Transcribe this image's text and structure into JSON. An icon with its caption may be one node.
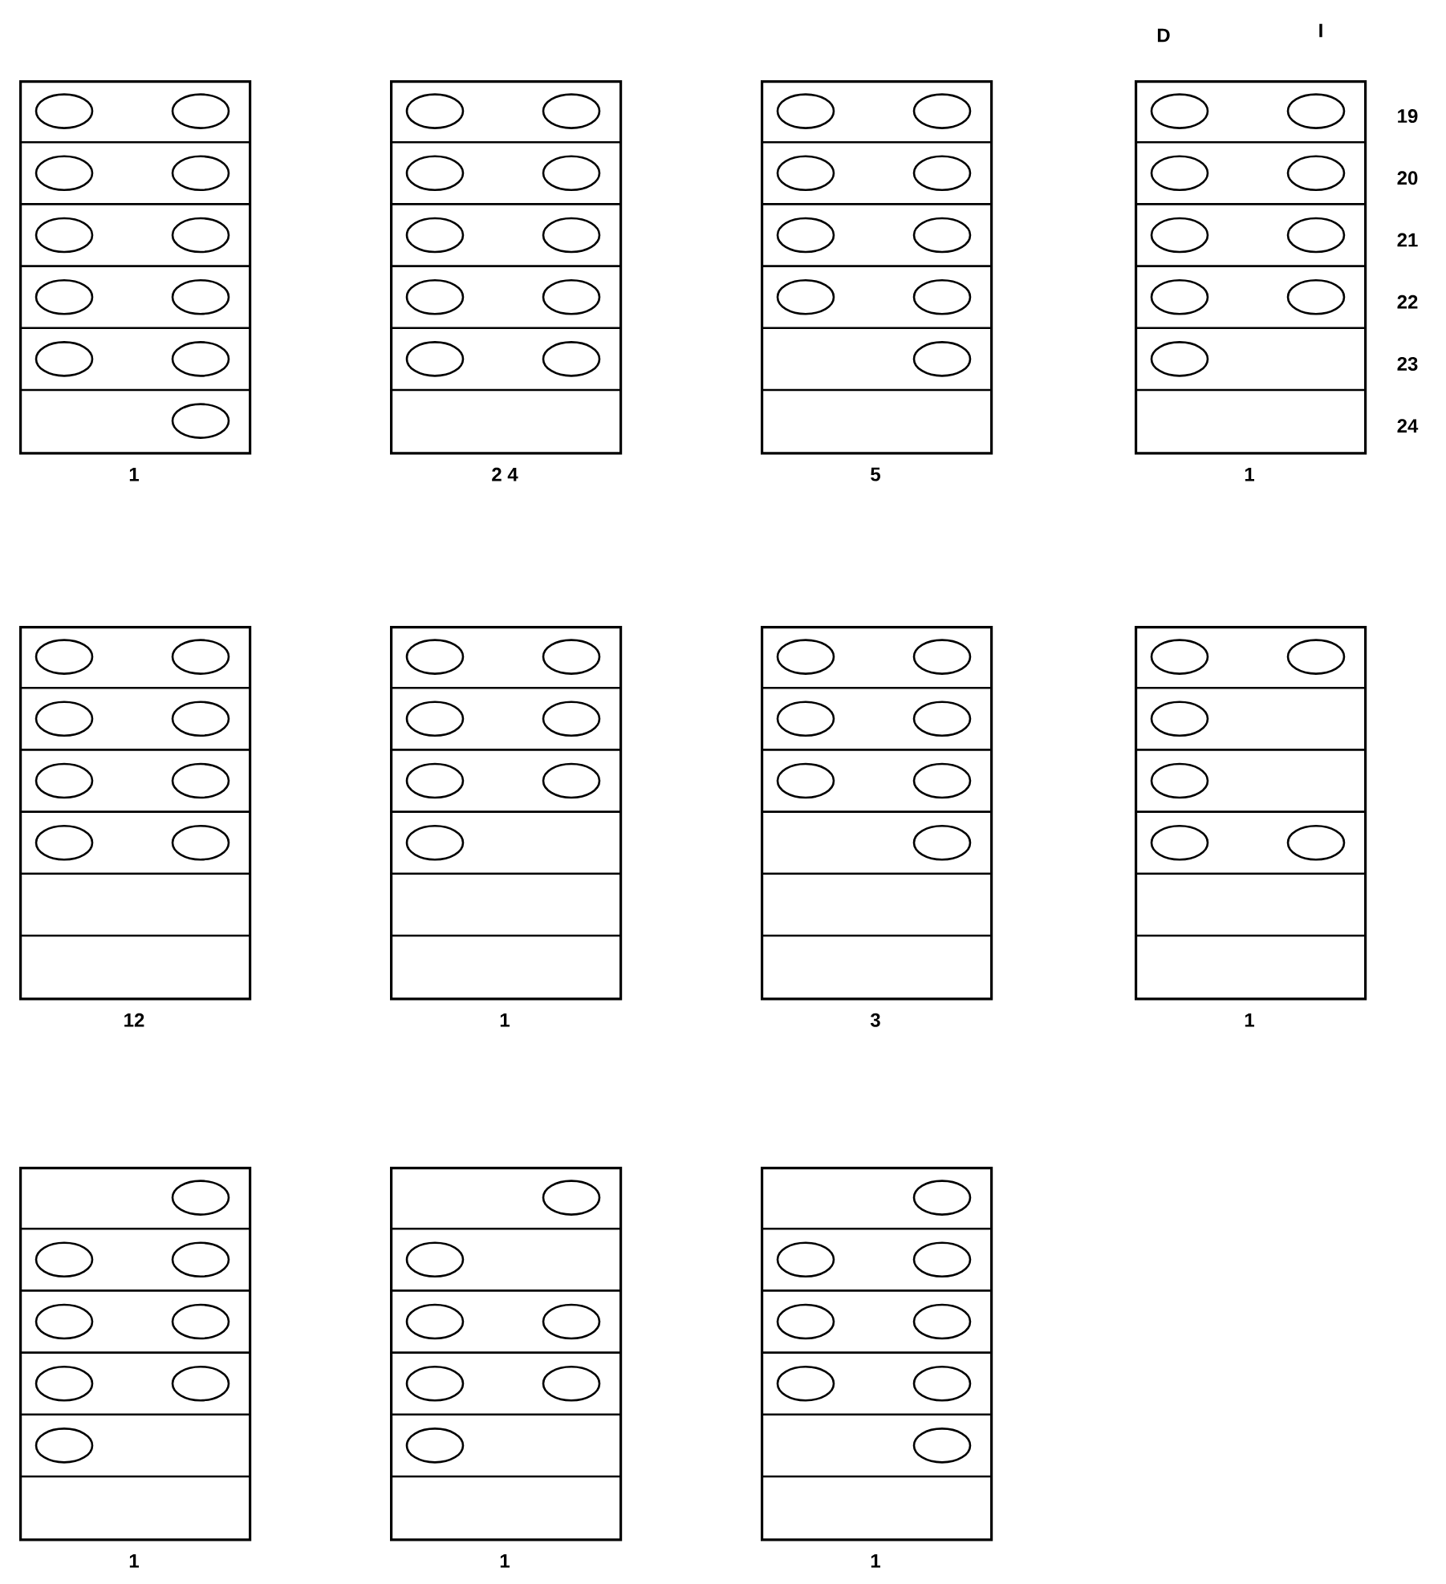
{
  "diagram": {
    "nodes": [
      {
        "text": [],
        "shape": "box",
        "beside": [
          "1"
        ]
      },
      {
        "text": [],
        "shape": "box",
        "beside": [
          "2 4"
        ]
      },
      {
        "text": [],
        "shape": "box",
        "beside": [
          "5"
        ]
      },
      {
        "text": [],
        "shape": "box",
        "beside": [
          "1"
        ]
      },
      {
        "text": [],
        "shape": "box",
        "beside": [
          "12"
        ]
      },
      {
        "text": [],
        "shape": "box",
        "beside": [
          "1"
        ]
      },
      {
        "text": [],
        "shape": "box",
        "beside": [
          "3"
        ]
      },
      {
        "text": [],
        "shape": "box",
        "beside": [
          "1"
        ]
      },
      {
        "text": [],
        "shape": "box",
        "beside": [
          "1"
        ]
      },
      {
        "text": [],
        "shape": "box",
        "beside": [
          "1"
        ]
      },
      {
        "text": [],
        "shape": "box",
        "beside": [
          "1"
        ]
      }
    ],
    "labels": [
      "D",
      "I",
      "19",
      "20",
      "21",
      "22",
      "23",
      "24"
    ]
  }
}
